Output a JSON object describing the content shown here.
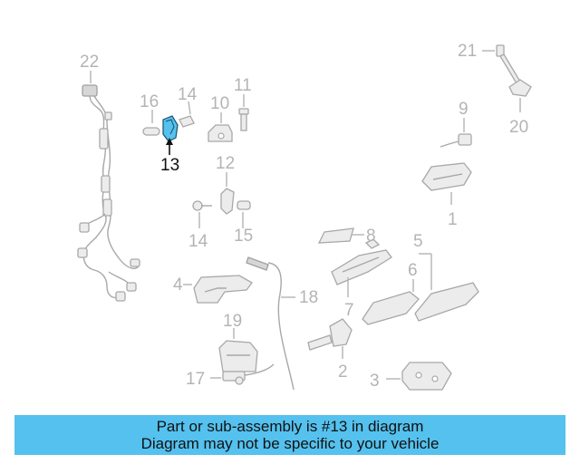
{
  "diagram": {
    "highlighted_part": "13",
    "highlight_color": "#55c1ee",
    "callouts": [
      {
        "id": "c1",
        "label": "1"
      },
      {
        "id": "c2",
        "label": "2"
      },
      {
        "id": "c3",
        "label": "3"
      },
      {
        "id": "c4",
        "label": "4"
      },
      {
        "id": "c5",
        "label": "5"
      },
      {
        "id": "c6",
        "label": "6"
      },
      {
        "id": "c7",
        "label": "7"
      },
      {
        "id": "c8",
        "label": "8"
      },
      {
        "id": "c9",
        "label": "9"
      },
      {
        "id": "c10",
        "label": "10"
      },
      {
        "id": "c11",
        "label": "11"
      },
      {
        "id": "c12",
        "label": "12"
      },
      {
        "id": "c13",
        "label": "13"
      },
      {
        "id": "c14a",
        "label": "14"
      },
      {
        "id": "c14b",
        "label": "14"
      },
      {
        "id": "c15",
        "label": "15"
      },
      {
        "id": "c16",
        "label": "16"
      },
      {
        "id": "c17",
        "label": "17"
      },
      {
        "id": "c18",
        "label": "18"
      },
      {
        "id": "c19",
        "label": "19"
      },
      {
        "id": "c20",
        "label": "20"
      },
      {
        "id": "c21",
        "label": "21"
      },
      {
        "id": "c22",
        "label": "22"
      }
    ]
  },
  "banner": {
    "line1": "Part or sub-assembly is #13 in diagram",
    "line2": "Diagram may not be specific to your vehicle",
    "background": "#55c1ee"
  }
}
